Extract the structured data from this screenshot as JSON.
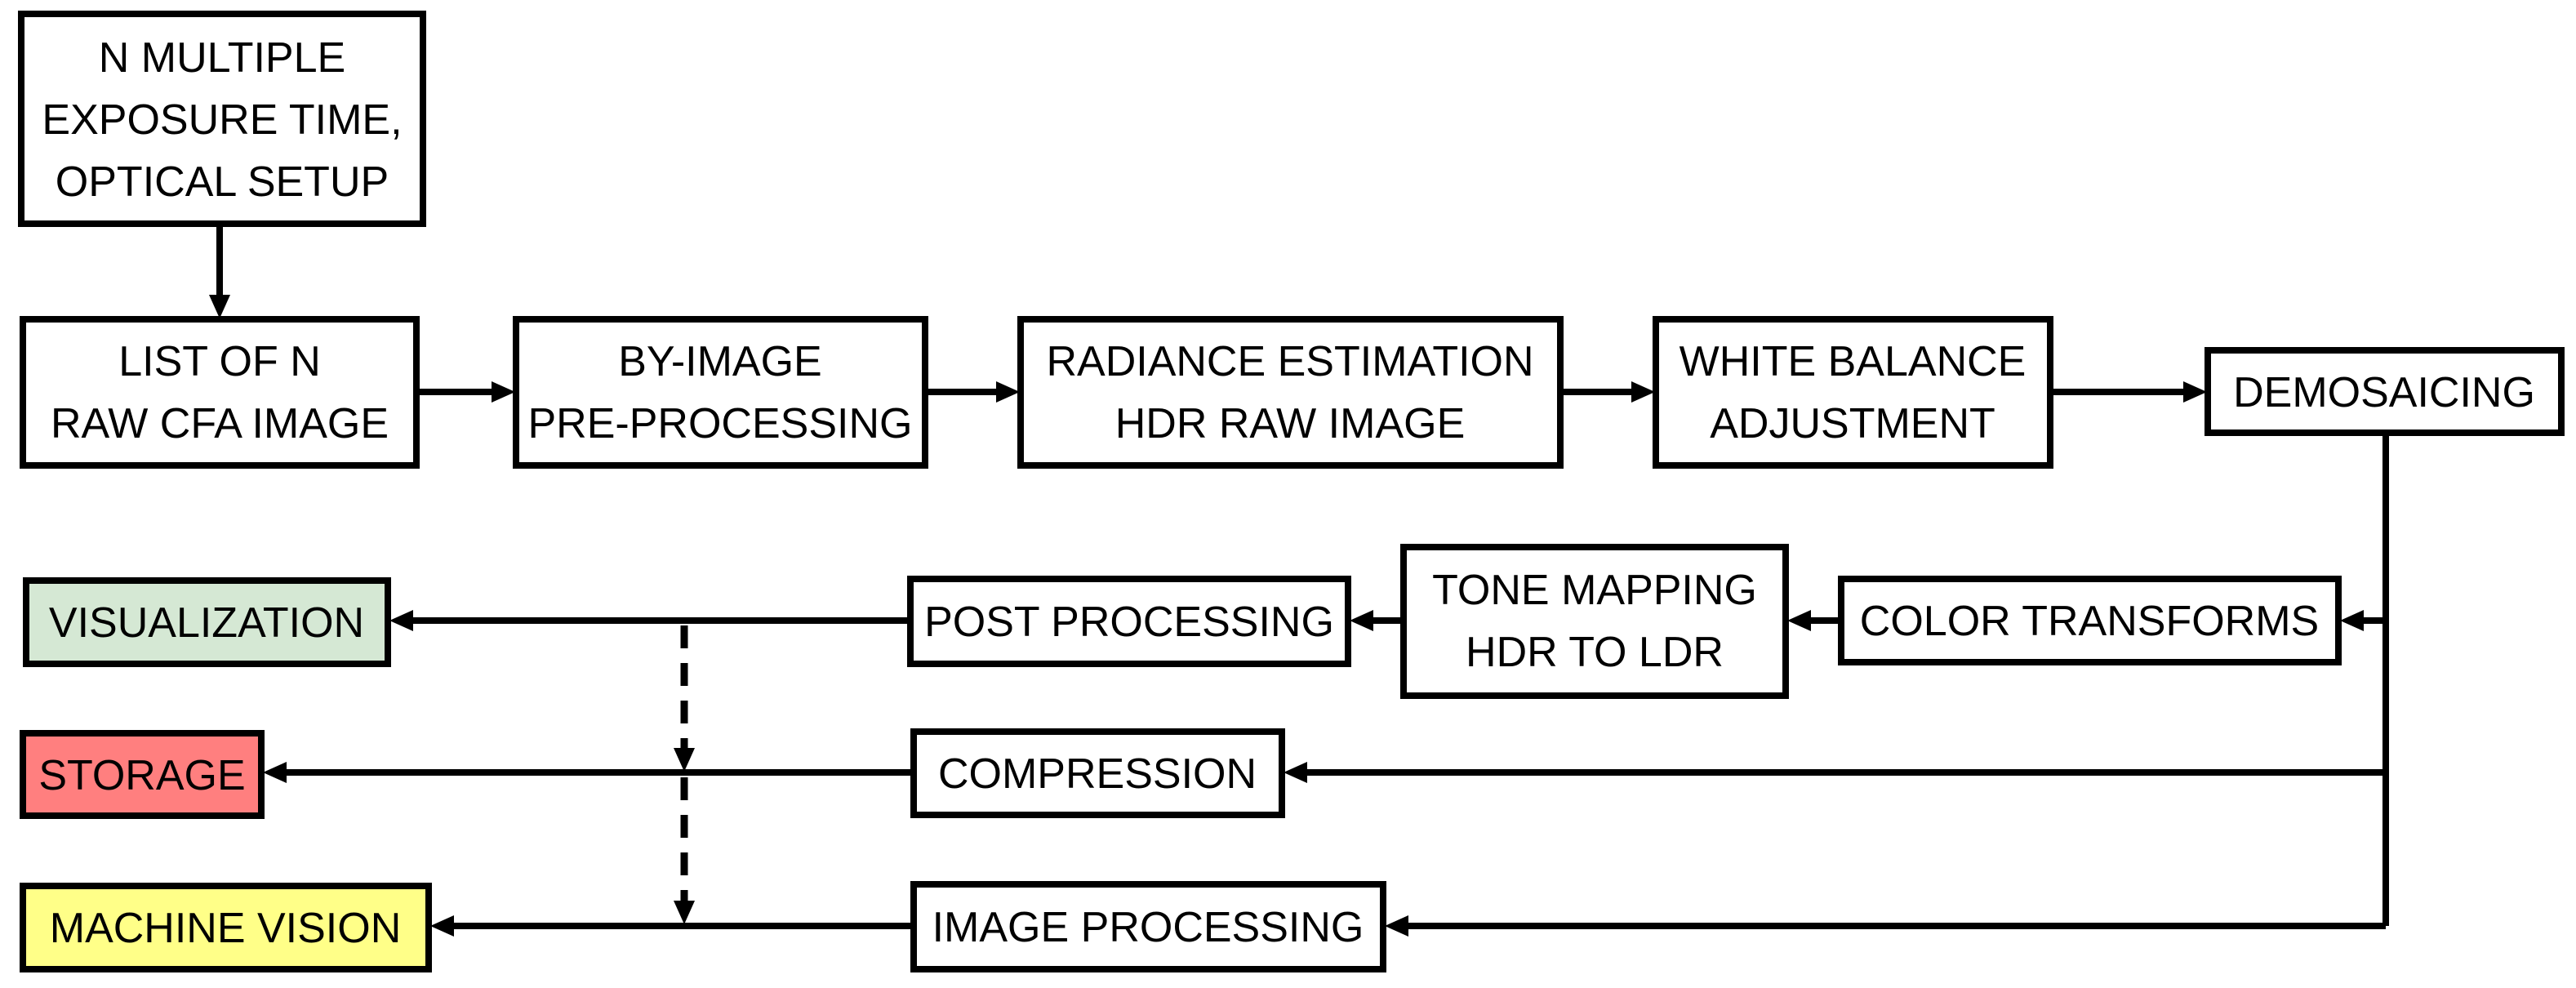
{
  "boxes": {
    "input_setup": {
      "lines": [
        "N MULTIPLE",
        "EXPOSURE TIME,",
        "OPTICAL SETUP"
      ],
      "fill": "#ffffff"
    },
    "raw_images": {
      "lines": [
        "LIST OF N",
        "RAW CFA IMAGE"
      ],
      "fill": "#ffffff"
    },
    "preprocessing": {
      "lines": [
        "BY-IMAGE",
        "PRE-PROCESSING"
      ],
      "fill": "#ffffff"
    },
    "radiance": {
      "lines": [
        "RADIANCE ESTIMATION",
        "HDR RAW IMAGE"
      ],
      "fill": "#ffffff"
    },
    "white_balance": {
      "lines": [
        "WHITE BALANCE",
        "ADJUSTMENT"
      ],
      "fill": "#ffffff"
    },
    "demosaicing": {
      "lines": [
        "DEMOSAICING"
      ],
      "fill": "#ffffff"
    },
    "color_transforms": {
      "lines": [
        "COLOR TRANSFORMS"
      ],
      "fill": "#ffffff"
    },
    "tone_mapping": {
      "lines": [
        "TONE MAPPING",
        "HDR TO LDR"
      ],
      "fill": "#ffffff"
    },
    "post_processing": {
      "lines": [
        "POST PROCESSING"
      ],
      "fill": "#ffffff"
    },
    "visualization": {
      "lines": [
        "VISUALIZATION"
      ],
      "fill": "#d5e8d4"
    },
    "compression": {
      "lines": [
        "COMPRESSION"
      ],
      "fill": "#ffffff"
    },
    "storage": {
      "lines": [
        "STORAGE"
      ],
      "fill": "#ff7f7f"
    },
    "image_processing": {
      "lines": [
        "IMAGE PROCESSING"
      ],
      "fill": "#ffffff"
    },
    "machine_vision": {
      "lines": [
        "MACHINE VISION"
      ],
      "fill": "#ffff88"
    }
  },
  "connectors": [
    {
      "from": "input_setup",
      "to": "raw_images",
      "style": "solid"
    },
    {
      "from": "raw_images",
      "to": "preprocessing",
      "style": "solid"
    },
    {
      "from": "preprocessing",
      "to": "radiance",
      "style": "solid"
    },
    {
      "from": "radiance",
      "to": "white_balance",
      "style": "solid"
    },
    {
      "from": "white_balance",
      "to": "demosaicing",
      "style": "solid"
    },
    {
      "from": "demosaicing",
      "to": "color_transforms",
      "style": "solid"
    },
    {
      "from": "color_transforms",
      "to": "tone_mapping",
      "style": "solid"
    },
    {
      "from": "tone_mapping",
      "to": "post_processing",
      "style": "solid"
    },
    {
      "from": "post_processing",
      "to": "visualization",
      "style": "solid"
    },
    {
      "from": "demosaicing",
      "to": "compression",
      "style": "solid"
    },
    {
      "from": "compression",
      "to": "storage",
      "style": "solid"
    },
    {
      "from": "demosaicing",
      "to": "image_processing",
      "style": "solid"
    },
    {
      "from": "image_processing",
      "to": "machine_vision",
      "style": "solid"
    },
    {
      "from": "post_processing",
      "to": "storage",
      "style": "dashed"
    },
    {
      "from": "post_processing",
      "to": "machine_vision",
      "style": "dashed"
    }
  ]
}
